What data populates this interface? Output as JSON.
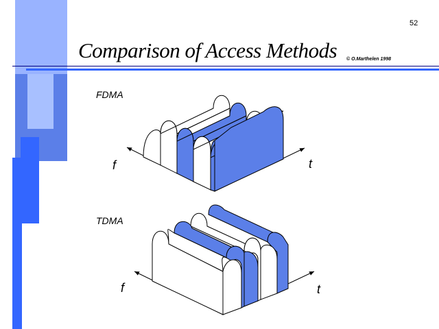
{
  "slide": {
    "number": "52",
    "title": "Comparison of Access Methods",
    "copyright": "© O.Marthelen 1998"
  },
  "colors": {
    "accent": "#3366ff",
    "light_accent": "#99b3ff",
    "fill_blue": "#5b7fe8",
    "fill_white": "#ffffff"
  },
  "diagrams": {
    "fdma": {
      "label": "FDMA",
      "axis_f": "f",
      "axis_t": "t"
    },
    "tdma": {
      "label": "TDMA",
      "axis_f": "f",
      "axis_t": "t"
    }
  }
}
